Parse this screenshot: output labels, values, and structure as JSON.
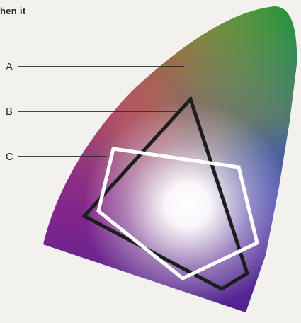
{
  "header": {
    "fragment_text": "hen it"
  },
  "diagram": {
    "labels": [
      "A",
      "B",
      "C"
    ]
  },
  "colors": {
    "paper": "#f3f1ee",
    "triangle_outline": "#1d1d1f",
    "pentagon_outline": "#ffffff",
    "leader_line": "#2a2a2a",
    "spectrum": [
      "#e4004a",
      "#d41e7a",
      "#6a2aa0",
      "#2a5ec8",
      "#00a6e2",
      "#17a65a",
      "#37b447",
      "#e9e21a"
    ]
  }
}
